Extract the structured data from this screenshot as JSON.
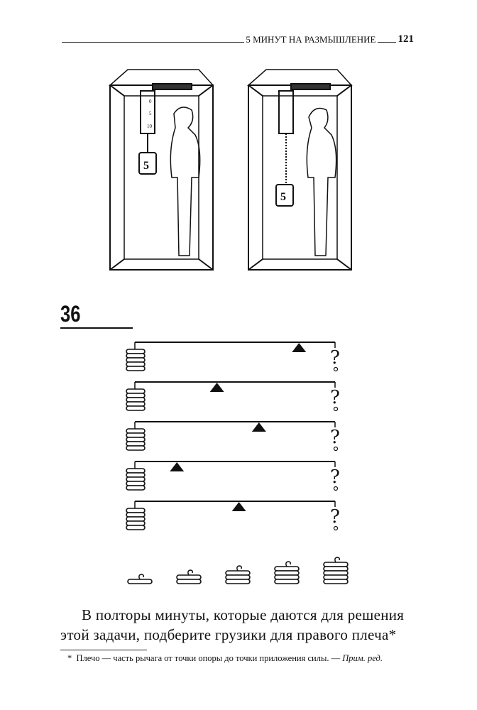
{
  "header": {
    "running_title": "5 МИНУТ НА РАЗМЫШЛЕНИЕ",
    "page_number": "121"
  },
  "illustration": {
    "weight_label_left": "5",
    "weight_label_right": "5",
    "scale_marks": [
      "0",
      "5",
      "10"
    ]
  },
  "puzzle": {
    "number": "36",
    "levers": [
      {
        "left_weights": 5,
        "fulcrum_position": 0.82,
        "right_label": "?"
      },
      {
        "left_weights": 5,
        "fulcrum_position": 0.41,
        "right_label": "?"
      },
      {
        "left_weights": 5,
        "fulcrum_position": 0.62,
        "right_label": "?"
      },
      {
        "left_weights": 5,
        "fulcrum_position": 0.21,
        "right_label": "?"
      },
      {
        "left_weights": 5,
        "fulcrum_position": 0.52,
        "right_label": "?"
      }
    ],
    "available_weights": [
      1,
      2,
      3,
      4,
      5
    ]
  },
  "text": {
    "line1": "В полторы минуты, которые даются для решения",
    "line2": "этой задачи, подберите грузики для правого плеча*"
  },
  "footnote": {
    "marker": "*",
    "text": "Плечо — часть рычага от точки опоры до точки приложения силы. —",
    "note": "Прим. ред."
  }
}
